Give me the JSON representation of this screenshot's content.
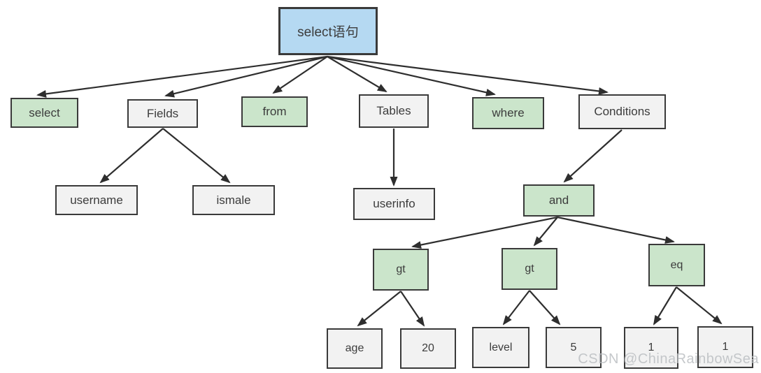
{
  "diagram_title": "select语句 parse tree",
  "nodes": {
    "root": {
      "label": "select语句",
      "type": "root"
    },
    "select_kw": {
      "label": "select",
      "type": "keyword"
    },
    "fields": {
      "label": "Fields",
      "type": "plain"
    },
    "from_kw": {
      "label": "from",
      "type": "keyword"
    },
    "tables": {
      "label": "Tables",
      "type": "plain"
    },
    "where_kw": {
      "label": "where",
      "type": "keyword"
    },
    "conditions": {
      "label": "Conditions",
      "type": "plain"
    },
    "username": {
      "label": "username",
      "type": "plain"
    },
    "ismale": {
      "label": "ismale",
      "type": "plain"
    },
    "userinfo": {
      "label": "userinfo",
      "type": "plain"
    },
    "and_op": {
      "label": "and",
      "type": "keyword"
    },
    "gt1": {
      "label": "gt",
      "type": "keyword"
    },
    "gt2": {
      "label": "gt",
      "type": "keyword"
    },
    "eq_op": {
      "label": "eq",
      "type": "keyword"
    },
    "age": {
      "label": "age",
      "type": "plain"
    },
    "val20": {
      "label": "20",
      "type": "plain"
    },
    "level": {
      "label": "level",
      "type": "plain"
    },
    "val5": {
      "label": "5",
      "type": "plain"
    },
    "one_a": {
      "label": "1",
      "type": "plain"
    },
    "one_b": {
      "label": "1",
      "type": "plain"
    }
  },
  "edges": [
    {
      "from": "root",
      "to": "select_kw"
    },
    {
      "from": "root",
      "to": "fields"
    },
    {
      "from": "root",
      "to": "from_kw"
    },
    {
      "from": "root",
      "to": "tables"
    },
    {
      "from": "root",
      "to": "where_kw"
    },
    {
      "from": "root",
      "to": "conditions"
    },
    {
      "from": "fields",
      "to": "username"
    },
    {
      "from": "fields",
      "to": "ismale"
    },
    {
      "from": "tables",
      "to": "userinfo"
    },
    {
      "from": "conditions",
      "to": "and_op"
    },
    {
      "from": "and_op",
      "to": "gt1"
    },
    {
      "from": "and_op",
      "to": "gt2"
    },
    {
      "from": "and_op",
      "to": "eq_op"
    },
    {
      "from": "gt1",
      "to": "age"
    },
    {
      "from": "gt1",
      "to": "val20"
    },
    {
      "from": "gt2",
      "to": "level"
    },
    {
      "from": "gt2",
      "to": "val5"
    },
    {
      "from": "eq_op",
      "to": "one_a"
    },
    {
      "from": "eq_op",
      "to": "one_b"
    }
  ],
  "colors": {
    "root_fill": "#b5d9f2",
    "keyword_fill": "#cbe5cb",
    "plain_fill": "#f2f2f2",
    "node_border": "#3a3a3a",
    "edge_line": "#2e2e2e",
    "watermark": "#bbbec2"
  },
  "watermark": {
    "text": "CSDN @ChinaRainbowSea"
  }
}
